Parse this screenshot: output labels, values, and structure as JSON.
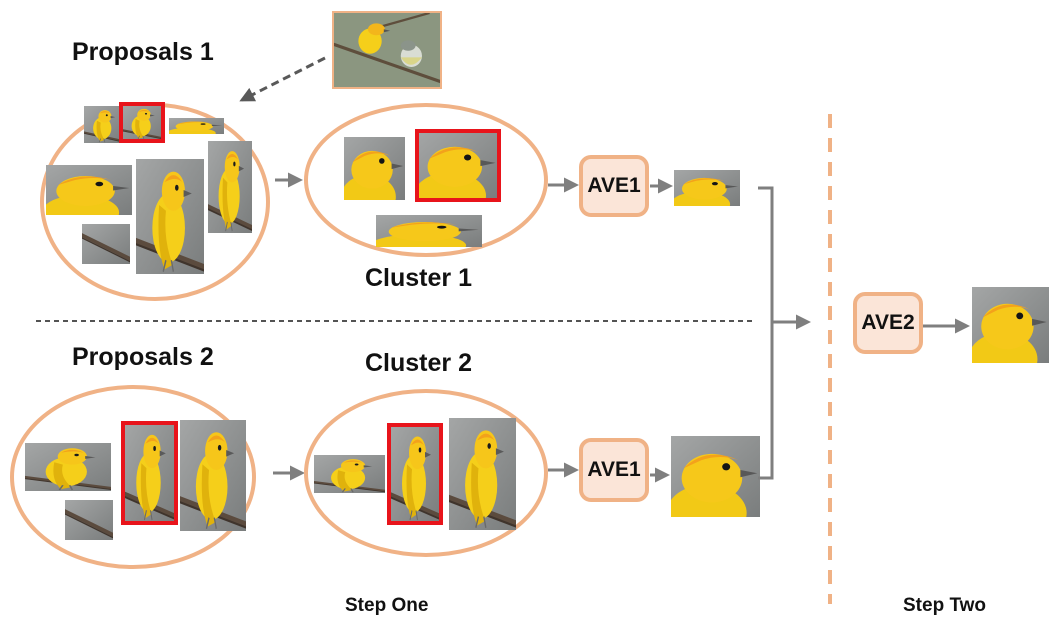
{
  "labels": {
    "proposals1": "Proposals 1",
    "cluster1": "Cluster 1",
    "proposals2": "Proposals 2",
    "cluster2": "Cluster 2",
    "step_one": "Step One",
    "step_two": "Step Two"
  },
  "boxes": {
    "ave1_top": "AVE1",
    "ave1_bottom": "AVE1",
    "ave2": "AVE2"
  },
  "colors": {
    "ellipse_stroke": "#f0b286",
    "box_fill": "#fbe5d8",
    "arrow": "#7f7f7f",
    "highlight": "#e8141b",
    "bird_yellow": "#f5cf1a",
    "bird_head": "#f3a21b",
    "photo_bg": "#8e9090"
  }
}
